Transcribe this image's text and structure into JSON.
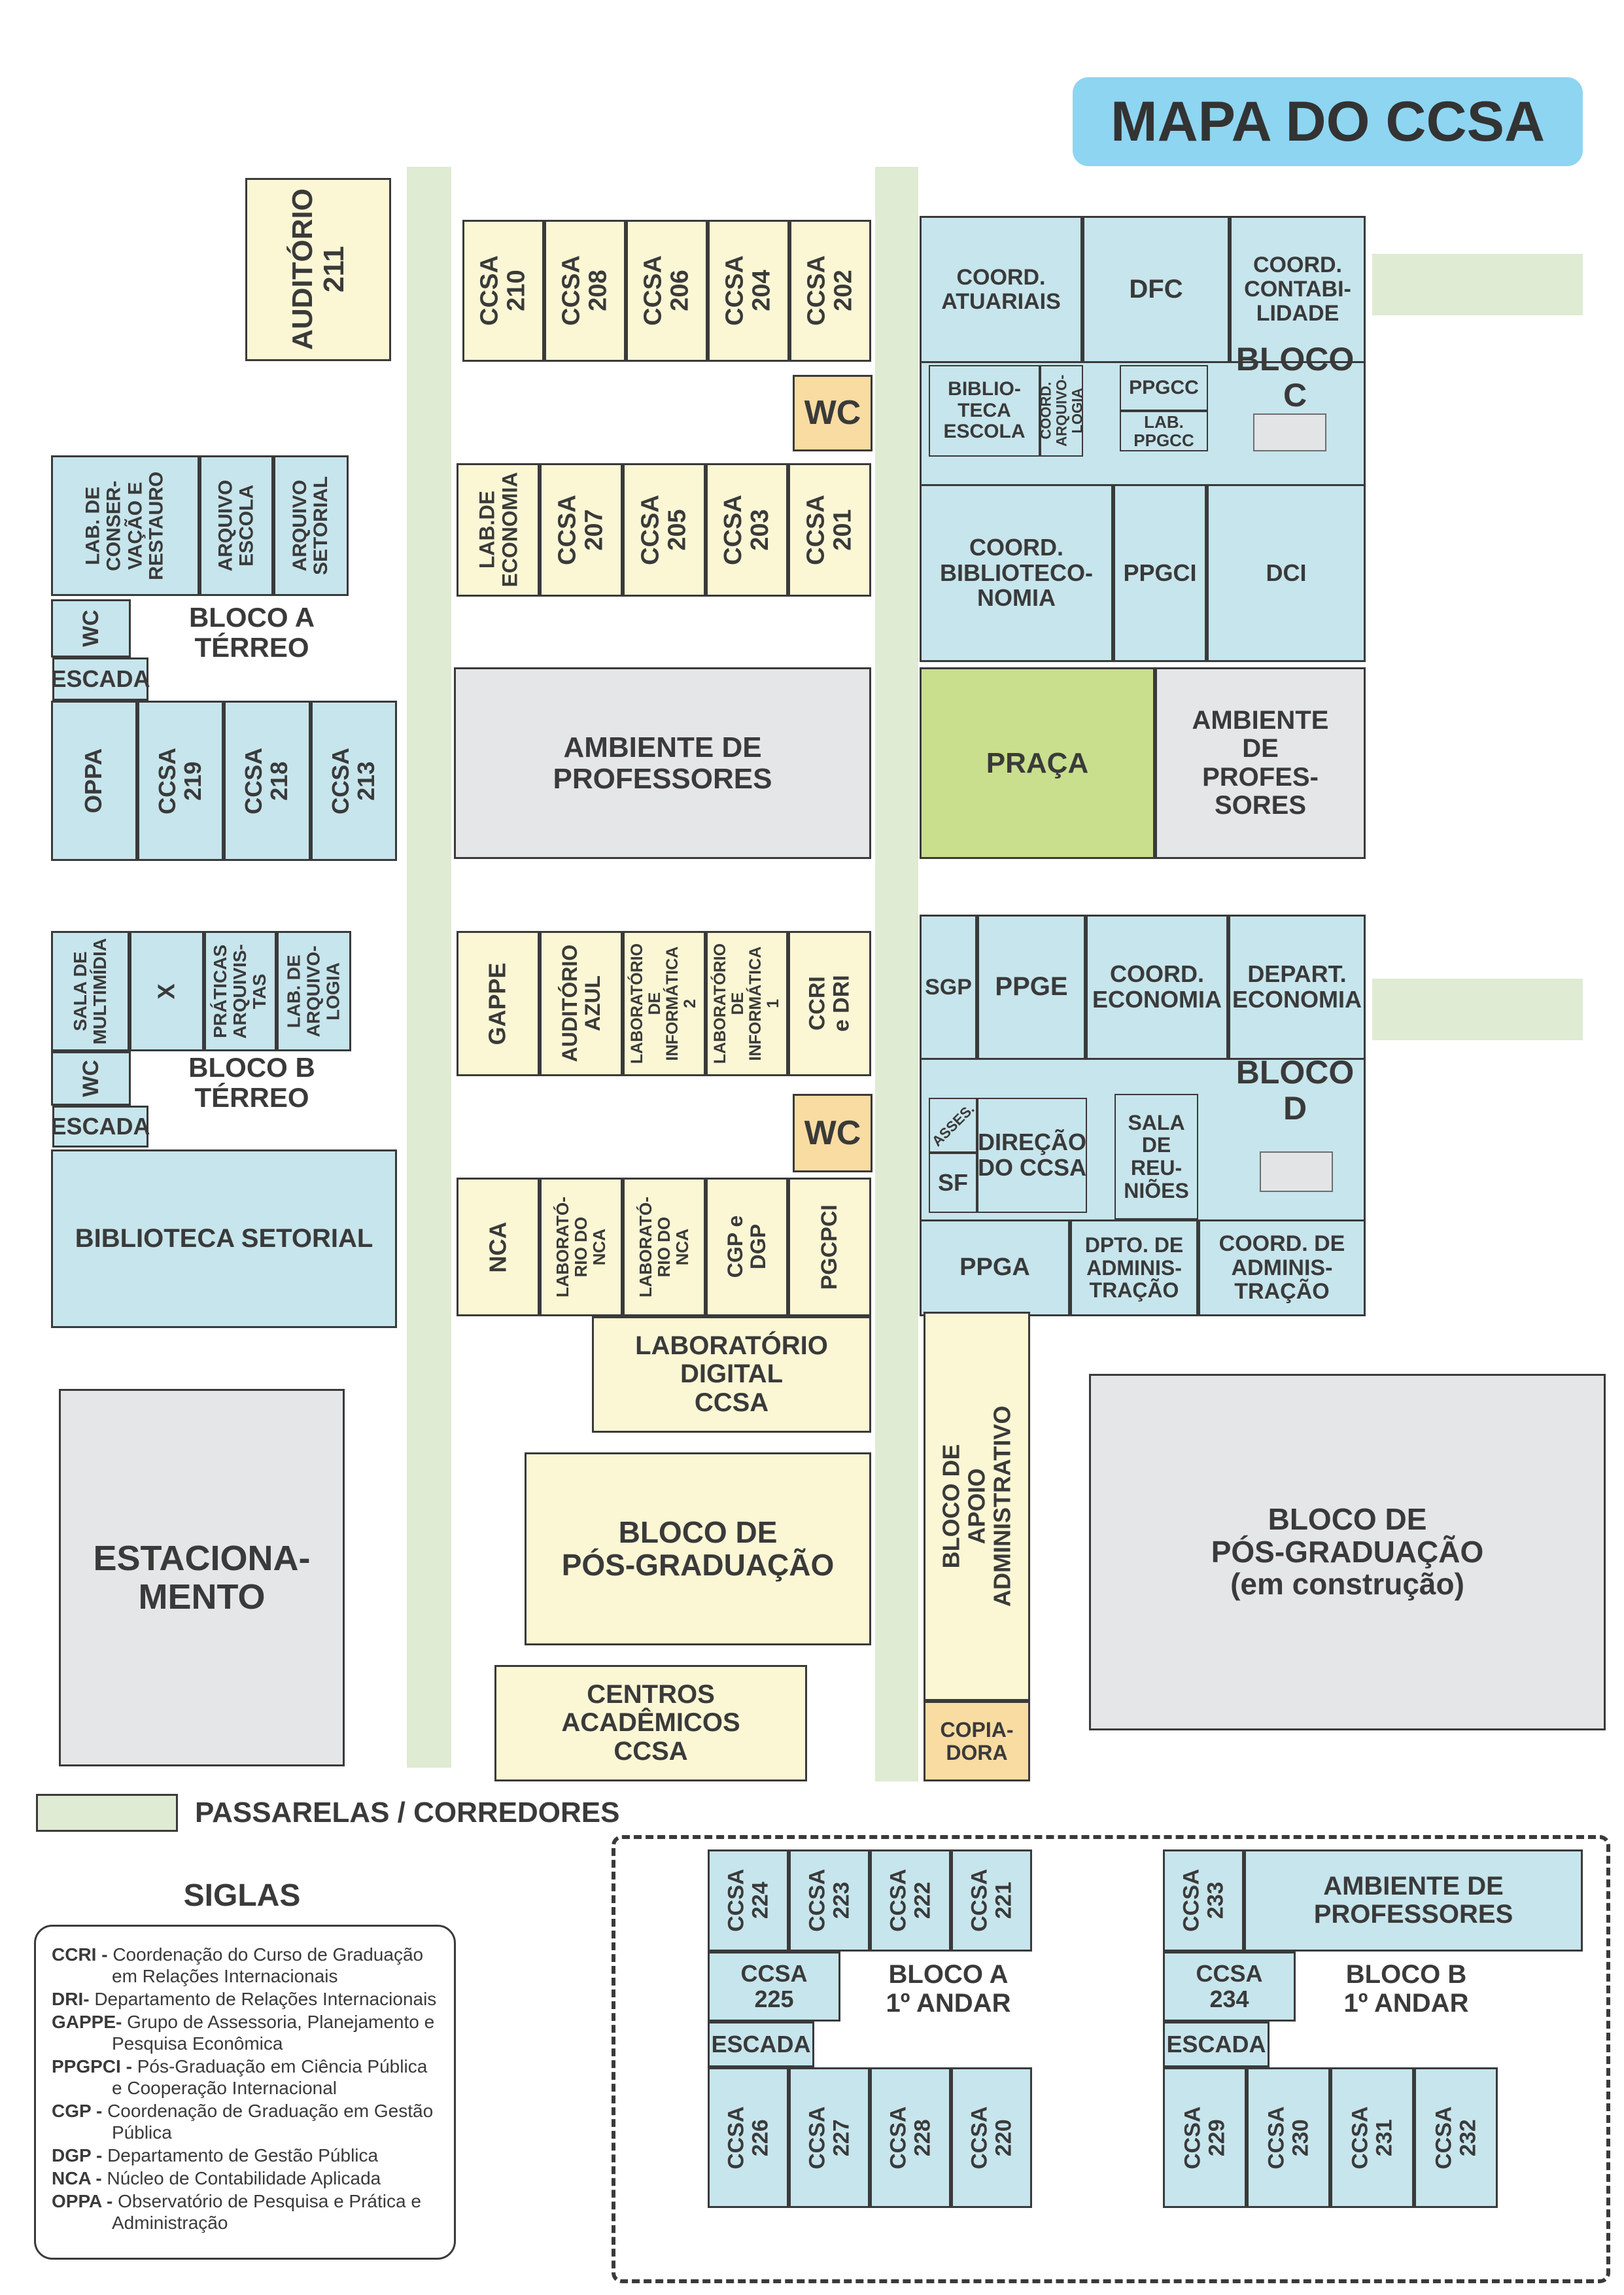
{
  "title": "MAPA DO CCSA",
  "colors": {
    "room_cream": "#FBF7D5",
    "room_blue": "#C7E5EC",
    "room_orange": "#F8DCA2",
    "corridor_green": "#DFEBD2",
    "praca_green": "#C9DF8E",
    "area_gray": "#E5E6E8",
    "title_blue": "#8ED5F2",
    "border_dark": "#3A3A3A"
  },
  "labels": {
    "wc": "WC",
    "escada": "ESCADA"
  },
  "top": {
    "auditorio": "AUDITÓRIO\n211",
    "ccsa_row1": [
      "CCSA 210",
      "CCSA 208",
      "CCSA 206",
      "CCSA 204",
      "CCSA 202"
    ],
    "ccsa_row2": [
      "LAB.DE\nECONOMIA",
      "CCSA 207",
      "CCSA 205",
      "CCSA 203",
      "CCSA 201"
    ]
  },
  "bloco_c": {
    "name": "BLOCO C",
    "coord_atuariais": "COORD.\nATUARIAIS",
    "dfc": "DFC",
    "coord_contabilidade": "COORD.\nCONTABI-\nLIDADE",
    "biblioteca_escola": "BIBLIO-\nTECA\nESCOLA",
    "coord_arquivologia": "COORD.\nARQUIVO-\nLOGIA",
    "ppgcc": "PPGCC",
    "lab_ppgcc": "LAB.\nPPGCC",
    "coord_biblioteconomia": "COORD.\nBIBLIOTECO-\nNOMIA",
    "ppgci": "PPGCI",
    "dci": "DCI"
  },
  "bloco_a_terreo": {
    "name": "BLOCO A\nTÉRREO",
    "lab_conservacao": "LAB. DE\nCONSER-\nVAÇÃO E\nRESTAURO",
    "arquivo_escola": "ARQUIVO\nESCOLA",
    "arquivo_setorial": "ARQUIVO\nSETORIAL",
    "oppa": "OPPA",
    "ccsa_219": "CCSA\n219",
    "ccsa_218": "CCSA\n218",
    "ccsa_213": "CCSA\n213"
  },
  "middle": {
    "ambiente_professores_1": "AMBIENTE DE\nPROFESSORES",
    "praca": "PRAÇA",
    "ambiente_professores_2": "AMBIENTE\nDE\nPROFES-\nSORES"
  },
  "bloco_b_terreo": {
    "name": "BLOCO B\nTÉRREO",
    "sala_multimidia": "SALA DE\nMULTIMÍDIA",
    "x_room": "X",
    "praticas_arquivistas": "PRÁTICAS\nARQUIVIS-\nTAS",
    "lab_arquivologia": "LAB. DE\nARQUIVO-\nLOGIA",
    "biblioteca_setorial": "BIBLIOTECA SETORIAL"
  },
  "gappe_row": [
    "GAPPE",
    "AUDITÓRIO\nAZUL",
    "LABORATÓRIO\nDE\nINFORMÁTICA 2",
    "LABORATÓRIO\nDE\nINFORMÁTICA 1",
    "CCRI\ne DRI"
  ],
  "nca_row": [
    "NCA",
    "LABORATÓ-\nRIO DO\nNCA",
    "LABORATÓ-\nRIO DO\nNCA",
    "CGP e\nDGP",
    "PGCPCI"
  ],
  "bloco_d": {
    "name": "BLOCO D",
    "sgp": "SGP",
    "ppge": "PPGE",
    "coord_economia": "COORD.\nECONOMIA",
    "depart_economia": "DEPART.\nECONOMIA",
    "asses": "ASSES.",
    "sf": "SF",
    "direcao": "DIREÇÃO\nDO CCSA",
    "sala_reunioes": "SALA\nDE\nREU-\nNIÕES",
    "ppga": "PPGA",
    "dpto_administracao": "DPTO. DE\nADMINIS-\nTRAÇÃO",
    "coord_administracao": "COORD. DE\nADMINIS-\nTRAÇÃO"
  },
  "south": {
    "lab_digital": "LABORATÓRIO\nDIGITAL\nCCSA",
    "bloco_pos": "BLOCO DE\nPÓS-GRADUAÇÃO",
    "centros_academicos": "CENTROS\nACADÊMICOS\nCCSA",
    "bloco_apoio": "BLOCO DE\nAPOIO ADMINISTRATIVO",
    "copiadora": "COPIA-\nDORA",
    "estacionamento": "ESTACIONA-\nMENTO",
    "pos_construcao": "BLOCO DE\nPÓS-GRADUAÇÃO\n(em construção)"
  },
  "legend": {
    "passarelas": "PASSARELAS / CORREDORES",
    "siglas_title": "SIGLAS",
    "siglas": [
      {
        "abbr": "CCRI -",
        "text": "Coordenação do Curso de Graduação em Relações Internacionais"
      },
      {
        "abbr": "DRI-",
        "text": "Departamento de Relações Internacionais"
      },
      {
        "abbr": "GAPPE-",
        "text": "Grupo de Assessoria, Planejamento e Pesquisa Econômica"
      },
      {
        "abbr": "PPGPCI -",
        "text": "Pós-Graduação em Ciência Pública e Cooperação Internacional"
      },
      {
        "abbr": "CGP -",
        "text": "Coordenação de Graduação em Gestão Pública"
      },
      {
        "abbr": "DGP -",
        "text": "Departamento de Gestão Pública"
      },
      {
        "abbr": "NCA -",
        "text": "Núcleo de Contabilidade Aplicada"
      },
      {
        "abbr": "OPPA -",
        "text": "Observatório de Pesquisa e Prática e Administração"
      }
    ]
  },
  "andar1": {
    "bloco_a": {
      "name": "BLOCO A\n1º ANDAR",
      "row1": [
        "CCSA\n224",
        "CCSA\n223",
        "CCSA\n222",
        "CCSA\n221"
      ],
      "ccsa_225": "CCSA\n225",
      "row2": [
        "CCSA\n226",
        "CCSA\n227",
        "CCSA\n228",
        "CCSA\n220"
      ]
    },
    "bloco_b": {
      "name": "BLOCO B\n1º ANDAR",
      "ccsa_233": "CCSA\n233",
      "ambiente": "AMBIENTE DE\nPROFESSORES",
      "ccsa_234": "CCSA\n234",
      "row1": [
        "CCSA\n229",
        "CCSA\n230",
        "CCSA\n231",
        "CCSA\n232"
      ]
    }
  }
}
